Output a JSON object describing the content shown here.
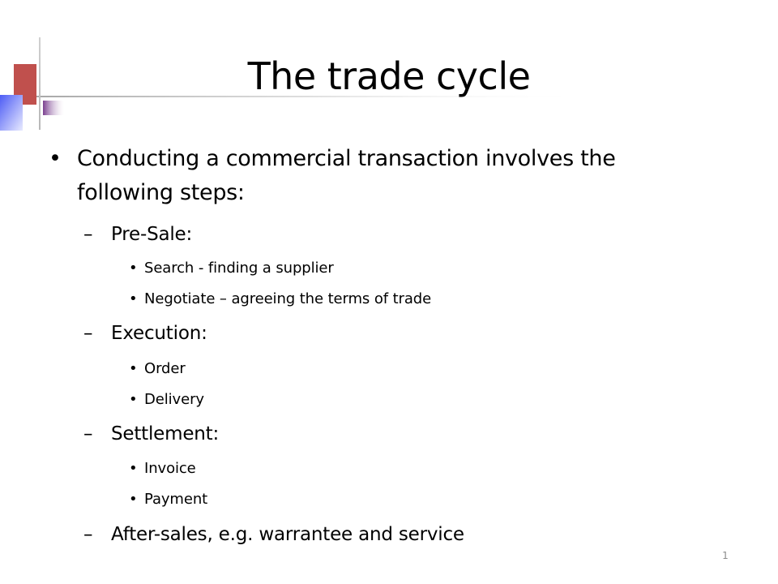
{
  "slide": {
    "title": "The trade cycle",
    "page_number": "1"
  },
  "bullets": {
    "intro_line1": "Conducting a commercial transaction involves the",
    "intro_line2": "following steps:",
    "presale": {
      "label": "Pre-Sale:",
      "items": [
        "Search - finding a supplier",
        "Negotiate – agreeing the terms of trade"
      ]
    },
    "execution": {
      "label": "Execution:",
      "items": [
        "Order",
        "Delivery"
      ]
    },
    "settlement": {
      "label": "Settlement:",
      "items": [
        "Invoice",
        "Payment"
      ]
    },
    "aftersales": {
      "label": "After-sales, e.g. warrantee and service"
    }
  },
  "markers": {
    "bullet": "•",
    "dash": "–"
  },
  "colors": {
    "accent_red": "#c0504d",
    "accent_blue": "#4a5ff0",
    "accent_purple": "#8a5a9c",
    "rule_gray": "#bfbfbf"
  }
}
